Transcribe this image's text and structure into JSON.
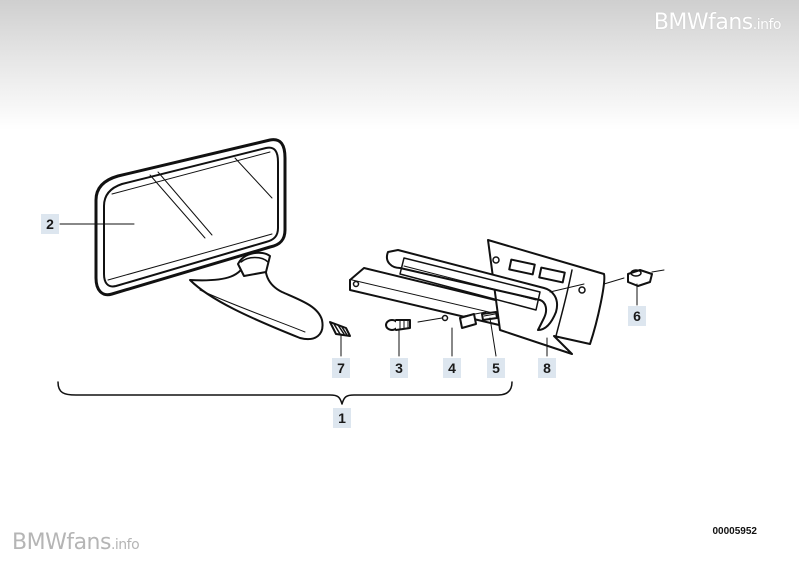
{
  "watermark": {
    "brand": "BMWfans",
    "suffix": ".info"
  },
  "reference_number": "00005952",
  "callouts": [
    "2",
    "7",
    "3",
    "4",
    "5",
    "8",
    "6",
    "1"
  ]
}
